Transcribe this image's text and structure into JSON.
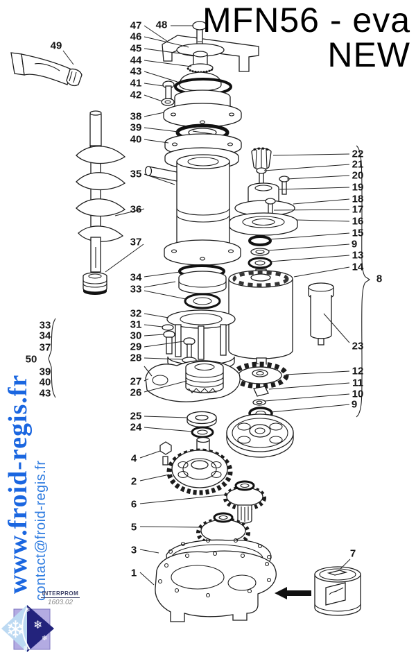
{
  "title": {
    "model": "MFN56 - eva",
    "status": "NEW"
  },
  "branding": {
    "website": "www.froid-regis.fr",
    "email": "contact@froid-regis.fr"
  },
  "stamp": {
    "publisher": "INTERPROM",
    "code": "1603.02"
  },
  "diagram": {
    "part_labels": [
      "47",
      "48",
      "46",
      "45",
      "44",
      "43",
      "41",
      "42",
      "49",
      "38",
      "39",
      "40",
      "35",
      "36",
      "37",
      "34",
      "33",
      "32",
      "31",
      "30",
      "29",
      "28",
      "27",
      "26",
      "25",
      "24",
      "4",
      "2",
      "6",
      "5",
      "3",
      "1",
      "22",
      "21",
      "20",
      "19",
      "18",
      "17",
      "16",
      "15",
      "9",
      "13",
      "14",
      "8",
      "23",
      "12",
      "11",
      "10",
      "9",
      "7",
      "33",
      "34",
      "37",
      "50",
      "39",
      "40",
      "43"
    ]
  },
  "colors": {
    "line_black": "#1c1c1c",
    "brand_blue": "#1a66e0",
    "email_blue": "#2f7ce0",
    "logo_navy": "#23237c",
    "logo_light_blue": "#bcd9f2",
    "logo_lavender": "#b3abe2"
  }
}
